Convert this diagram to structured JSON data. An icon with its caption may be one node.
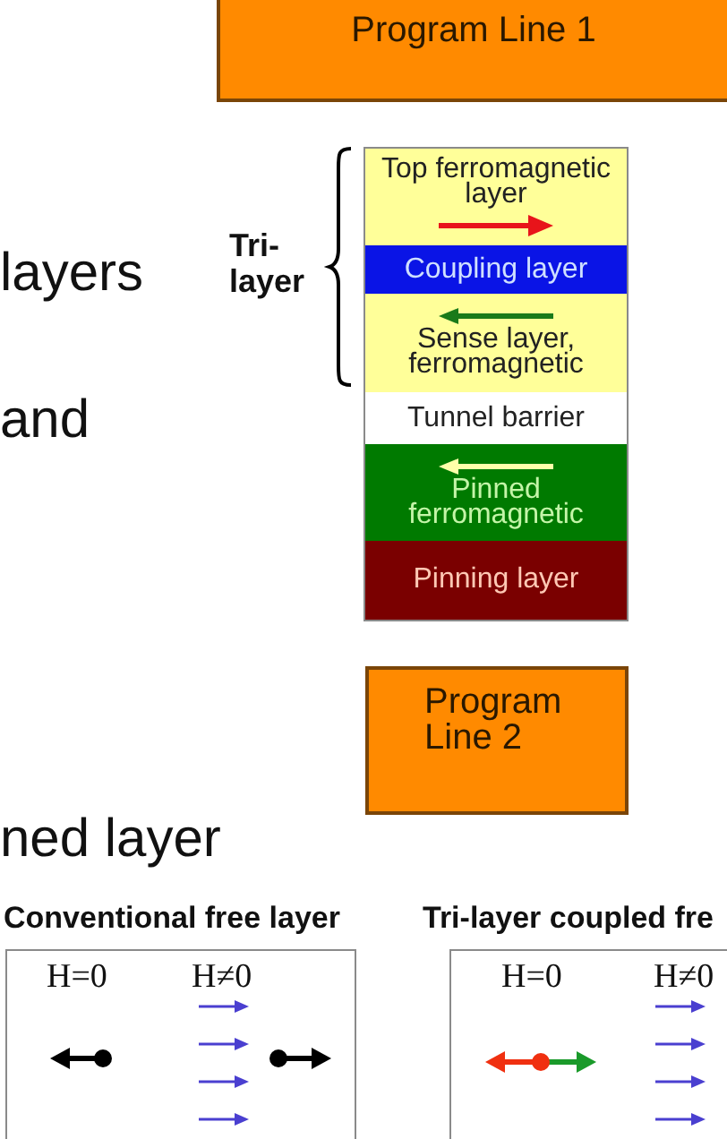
{
  "diagram": {
    "nodes": [
      {
        "text": [
          "Program Line 1"
        ]
      },
      {
        "text": [
          "Top ferromagnetic layer"
        ]
      },
      {
        "text": [
          "Coupling layer"
        ]
      },
      {
        "text": [
          "Sense layer, ferromagnetic"
        ]
      },
      {
        "text": [
          "Tunnel barrier"
        ]
      },
      {
        "text": [
          "Pinned ferromagnetic"
        ]
      },
      {
        "text": [
          "Pinning layer"
        ]
      },
      {
        "text": [
          "Program Line 2"
        ]
      },
      {
        "text": [
          "Conventional free layer",
          "H=0",
          "H≠0"
        ]
      },
      {
        "text": [
          "Tri-layer coupled fre",
          "H=0",
          "H≠0"
        ]
      }
    ],
    "labels": [
      "layers",
      "Tri- layer",
      "and",
      "ned layer"
    ]
  }
}
